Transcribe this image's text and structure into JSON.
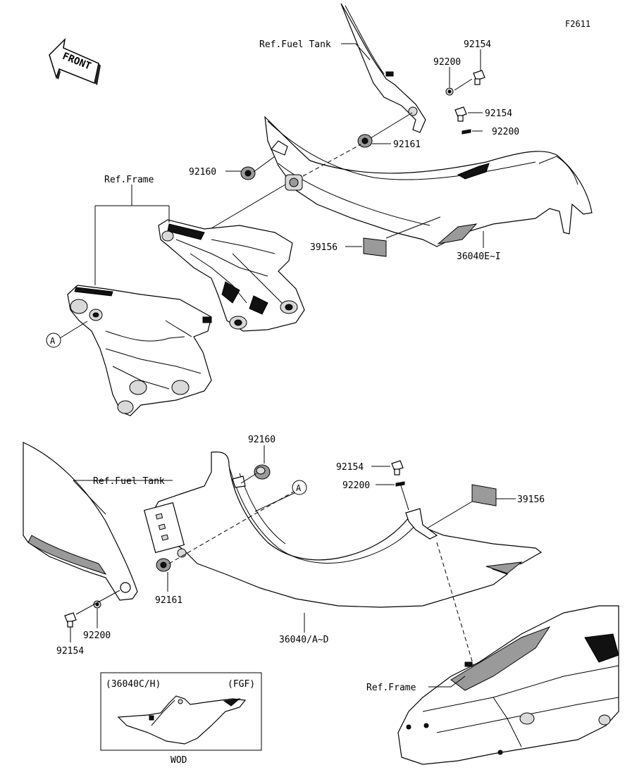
{
  "figure_id": "F2611",
  "front_label": "FRONT",
  "callout_a": "A",
  "labels": {
    "ref_fuel_tank": "Ref.Fuel Tank",
    "ref_frame": "Ref.Frame",
    "p92154": "92154",
    "p92200": "92200",
    "p92161": "92161",
    "p92160": "92160",
    "p39156": "39156",
    "p36040ei": "36040E~I",
    "p36040ad": "36040/A~D"
  },
  "inset": {
    "left_label": "(36040C/H)",
    "right_label": "(FGF)",
    "caption": "WOD"
  }
}
